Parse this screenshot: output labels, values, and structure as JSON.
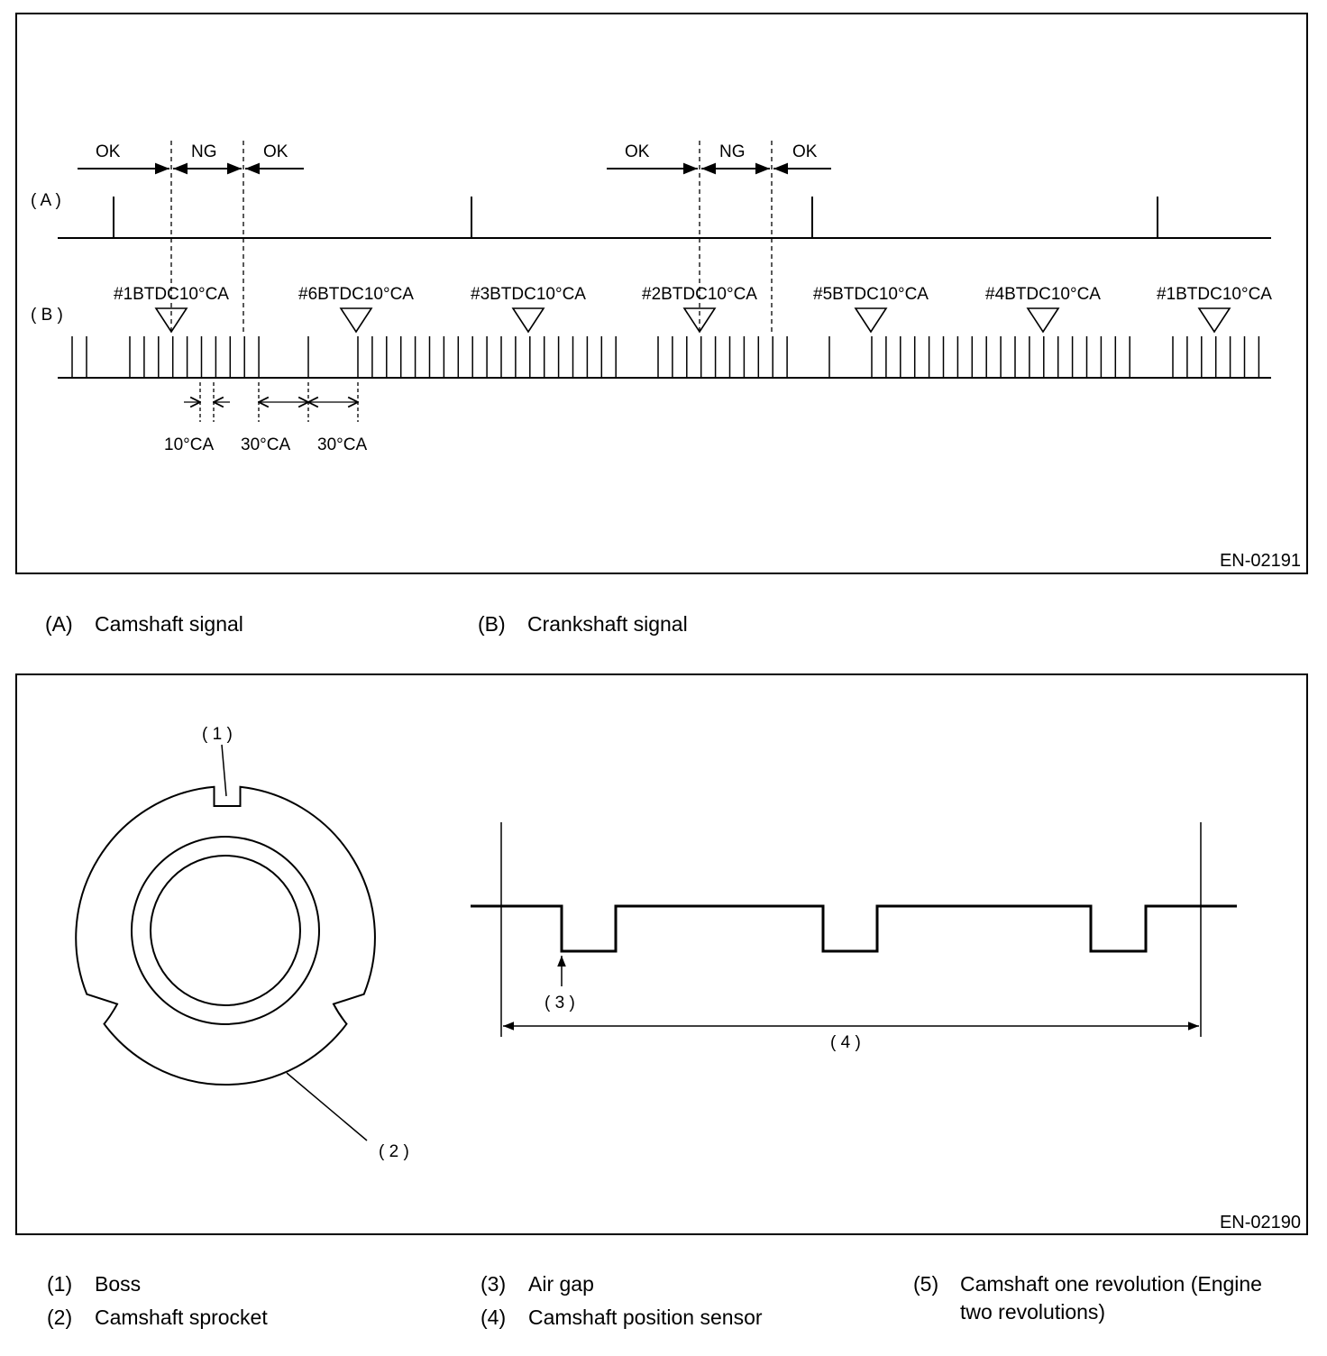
{
  "figure1": {
    "code": "EN-02191",
    "label_a": "( A )",
    "label_b": "( B )",
    "ok": "OK",
    "ng": "NG",
    "tdc_labels": [
      "#1BTDC10°CA",
      "#6BTDC10°CA",
      "#3BTDC10°CA",
      "#2BTDC10°CA",
      "#5BTDC10°CA",
      "#4BTDC10°CA",
      "#1BTDC10°CA"
    ],
    "angle_10": "10°CA",
    "angle_30a": "30°CA",
    "angle_30b": "30°CA"
  },
  "legend1": [
    {
      "num": "(A)",
      "text": "Camshaft signal"
    },
    {
      "num": "(B)",
      "text": "Crankshaft signal"
    }
  ],
  "figure2": {
    "code": "EN-02190",
    "callout_1": "( 1 )",
    "callout_2": "( 2 )",
    "callout_3": "( 3 )",
    "callout_4": "( 4 )"
  },
  "legend2": [
    {
      "num": "(1)",
      "text": "Boss"
    },
    {
      "num": "(2)",
      "text": "Camshaft sprocket"
    },
    {
      "num": "(3)",
      "text": "Air gap"
    },
    {
      "num": "(4)",
      "text": "Camshaft position sensor"
    },
    {
      "num": "(5)",
      "text": "Camshaft one revolution (Engine",
      "text2": "two revolutions)"
    }
  ]
}
